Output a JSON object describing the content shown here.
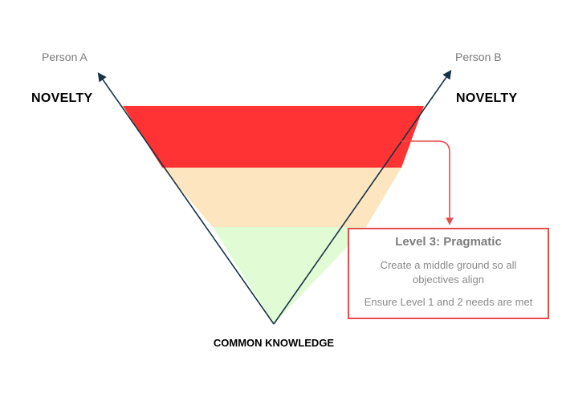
{
  "labels": {
    "person_a": "Person A",
    "person_b": "Person B",
    "novelty_left": "NOVELTY",
    "novelty_right": "NOVELTY",
    "base": "COMMON KNOWLEDGE"
  },
  "layers": [
    {
      "color": "#ff3333"
    },
    {
      "color": "#fde5c0"
    },
    {
      "color": "#e1fbd5"
    }
  ],
  "colors": {
    "axis": "#163344",
    "connector": "#e94b4b"
  },
  "callout": {
    "title": "Level 3: Pragmatic",
    "description": "Create a middle ground so all objectives align",
    "note": "Ensure Level 1 and 2 needs are met"
  }
}
